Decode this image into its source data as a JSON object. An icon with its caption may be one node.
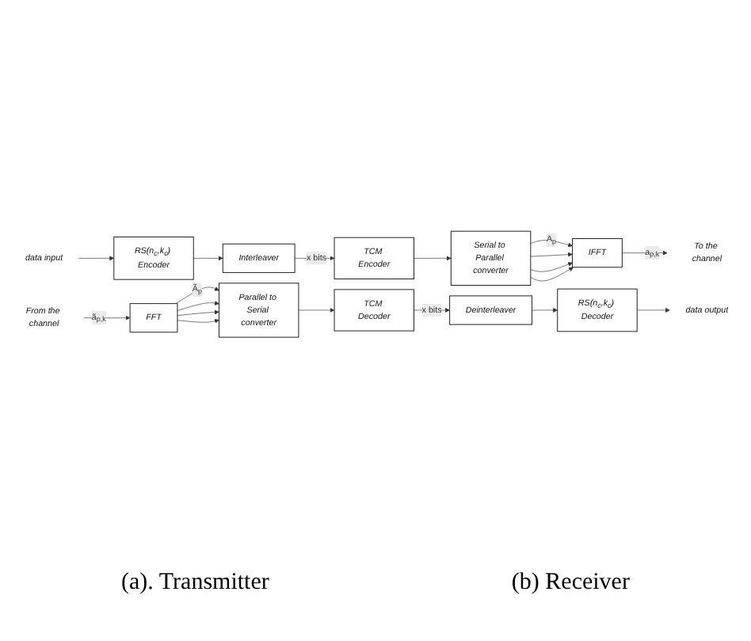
{
  "diagram": {
    "nodes": [
      {
        "text": [
          "data input"
        ]
      },
      {
        "text": [
          "RS(n$_{c}$,k$_{c}$) Encoder"
        ]
      },
      {
        "text": [
          "Interleaver"
        ]
      },
      {
        "text": [
          "TCM Encoder"
        ]
      },
      {
        "text": [
          "Serial to Parallel converter"
        ]
      },
      {
        "text": [
          "IFFT"
        ]
      },
      {
        "text": [
          "To the channel"
        ]
      },
      {
        "text": [
          "From the channel"
        ]
      },
      {
        "text": [
          "FFT"
        ]
      },
      {
        "text": [
          "Parallel to Serial converter"
        ]
      },
      {
        "text": [
          "TCM Decoder"
        ]
      },
      {
        "text": [
          "Deinterleaver"
        ]
      },
      {
        "text": [
          "RS(n$_{c}$,k$_{c}$) Decoder"
        ]
      },
      {
        "text": [
          "data output"
        ]
      }
    ],
    "edges": [
      {
        "from": 0,
        "to": 1,
        "arrow": "to"
      },
      {
        "from": 1,
        "to": 2,
        "arrow": "to"
      },
      {
        "from": 2,
        "to": 3,
        "arrow": "to",
        "label": "x bits"
      },
      {
        "from": 3,
        "to": 4,
        "arrow": "to"
      },
      {
        "from": 4,
        "to": 5,
        "arrow": "to",
        "label": "A$_{p}$"
      },
      {
        "from": 4,
        "to": 5,
        "arrow": "to"
      },
      {
        "from": 4,
        "to": 5,
        "arrow": "to"
      },
      {
        "from": 4,
        "to": 5,
        "arrow": "to"
      },
      {
        "from": 5,
        "to": 6,
        "arrow": "to",
        "label": "a$_{p,k}$"
      },
      {
        "from": 7,
        "to": 8,
        "arrow": "to",
        "label": "ã$_{p,k}$"
      },
      {
        "from": 8,
        "to": 9,
        "arrow": "to",
        "label": "Ã$_{p}$"
      },
      {
        "from": 8,
        "to": 9,
        "arrow": "to"
      },
      {
        "from": 8,
        "to": 9,
        "arrow": "to"
      },
      {
        "from": 8,
        "to": 9,
        "arrow": "to"
      },
      {
        "from": 9,
        "to": 10,
        "arrow": "to"
      },
      {
        "from": 10,
        "to": 11,
        "arrow": "to",
        "label": "x bits"
      },
      {
        "from": 11,
        "to": 12,
        "arrow": "to"
      },
      {
        "from": 12,
        "to": 13,
        "arrow": "to"
      }
    ],
    "labels": [
      "(a). Transmitter",
      "(b) Receiver"
    ]
  }
}
